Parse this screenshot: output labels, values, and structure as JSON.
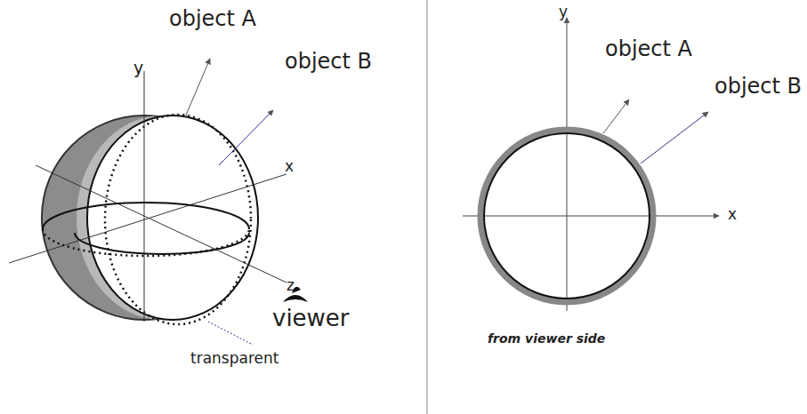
{
  "diagram": {
    "labels": [
      "y",
      "object A",
      "object B",
      "x",
      "z",
      "viewer",
      "transparent",
      "y",
      "object A",
      "object B",
      "x",
      "from viewer side"
    ]
  }
}
